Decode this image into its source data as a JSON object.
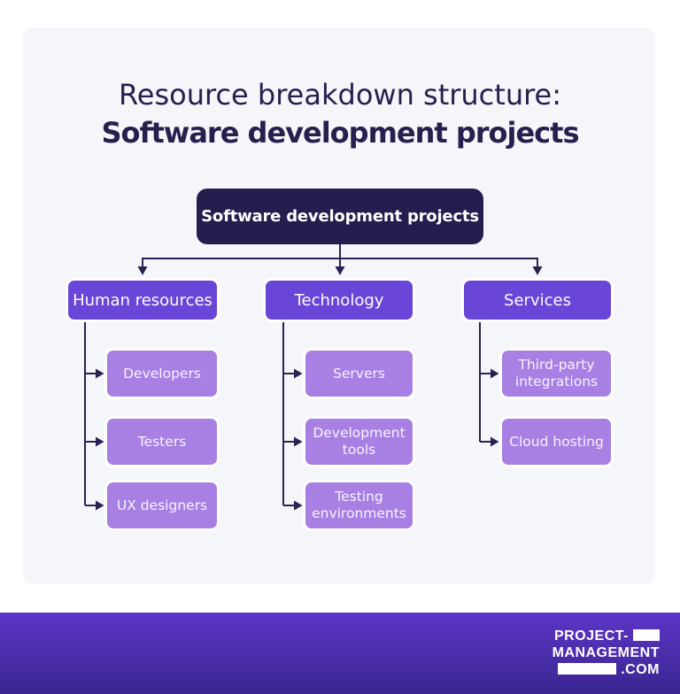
{
  "title": {
    "line1": "Resource breakdown structure:",
    "line2": "Software development projects"
  },
  "tree": {
    "root": "Software development projects",
    "branches": [
      {
        "label": "Human resources",
        "children": [
          "Developers",
          "Testers",
          "UX designers"
        ]
      },
      {
        "label": "Technology",
        "children": [
          "Servers",
          "Development tools",
          "Testing environments"
        ]
      },
      {
        "label": "Services",
        "children": [
          "Third-party integrations",
          "Cloud hosting"
        ]
      }
    ]
  },
  "footer": {
    "logo_line1": "PROJECT-",
    "logo_line2": "MANAGEMENT",
    "logo_line3": ".COM"
  },
  "colors": {
    "page_background": "#FFFFFF",
    "card_background": "#F5F6FA",
    "title_text": "#26204E",
    "root_node": "#251D4E",
    "branch_node": "#6946D8",
    "leaf_node": "#A880E4",
    "connector_line": "#2A2352",
    "footer_gradient_top": "#5C36C8",
    "footer_gradient_bottom": "#3A2590",
    "node_text": "#FFFFFF"
  }
}
